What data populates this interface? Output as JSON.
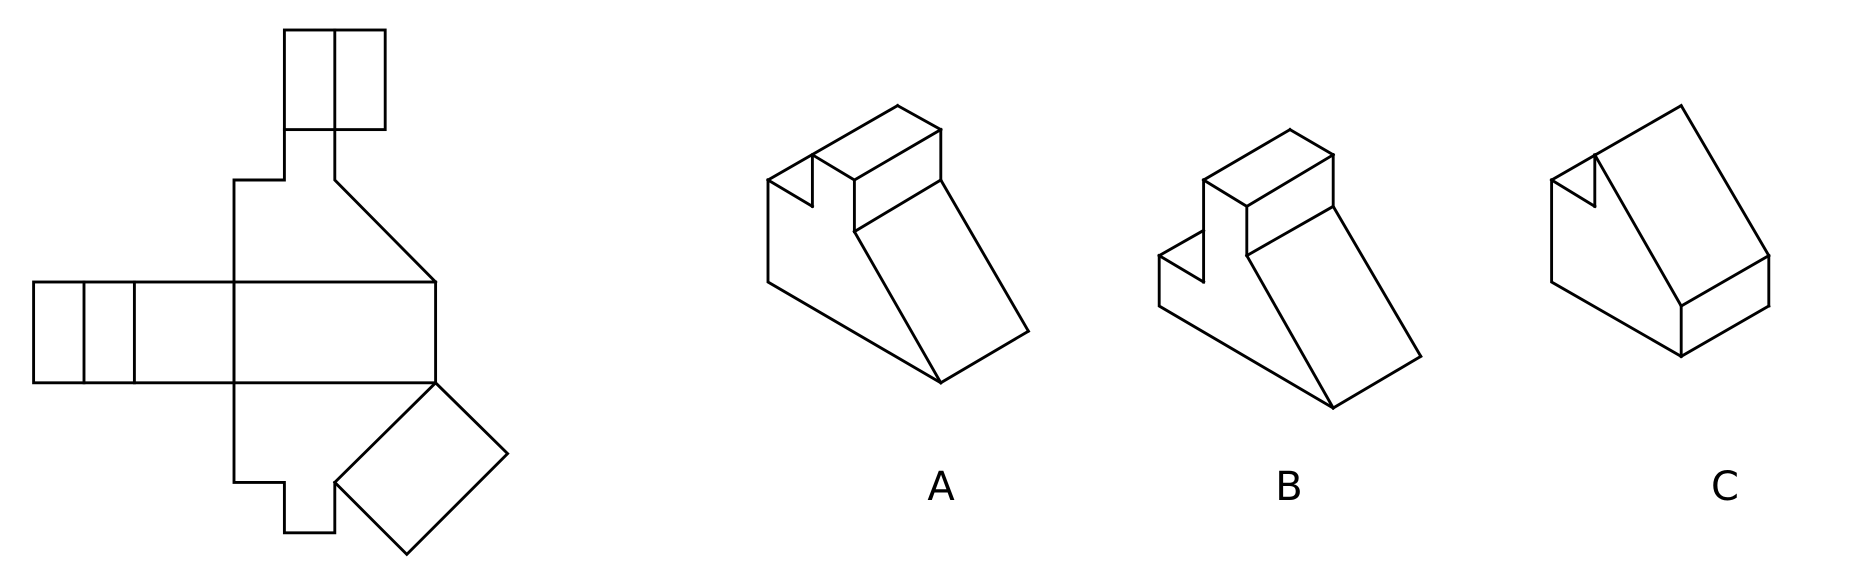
{
  "diagram": {
    "options": [
      {
        "key": "A",
        "label": "A"
      },
      {
        "key": "B",
        "label": "B"
      },
      {
        "key": "C",
        "label": "C"
      }
    ],
    "colors": {
      "background": "#ffffff",
      "stroke": "#000000"
    }
  }
}
